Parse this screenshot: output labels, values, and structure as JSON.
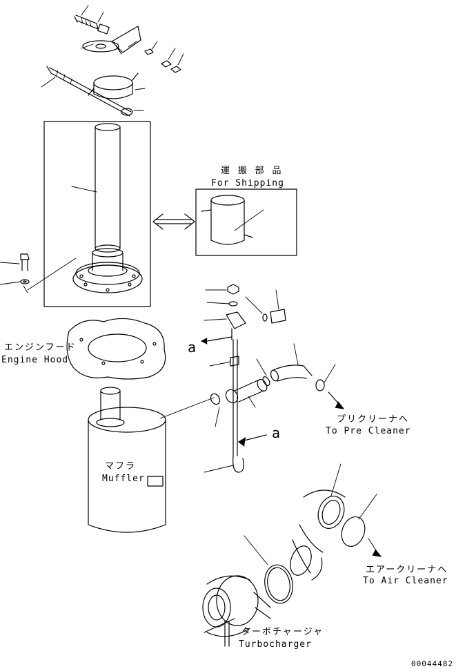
{
  "labels": {
    "shipping_ja": "運 搬 部 品",
    "shipping_en": "For Shipping",
    "engine_hood_ja": "エンジンフード",
    "engine_hood_en": "Engine Hood",
    "muffler_ja": "マフラ",
    "muffler_en": "Muffler",
    "pre_cleaner_ja": "プリクリーナへ",
    "pre_cleaner_en": "To Pre Cleaner",
    "air_cleaner_ja": "エアークリーナへ",
    "air_cleaner_en": "To Air Cleaner",
    "turbo_ja": "ターボチャージャ",
    "turbo_en": "Turbocharger",
    "ref_a_1": "a",
    "ref_a_2": "a",
    "drawing_number": "00044482"
  },
  "colors": {
    "line": "#000000",
    "background": "#ffffff"
  }
}
